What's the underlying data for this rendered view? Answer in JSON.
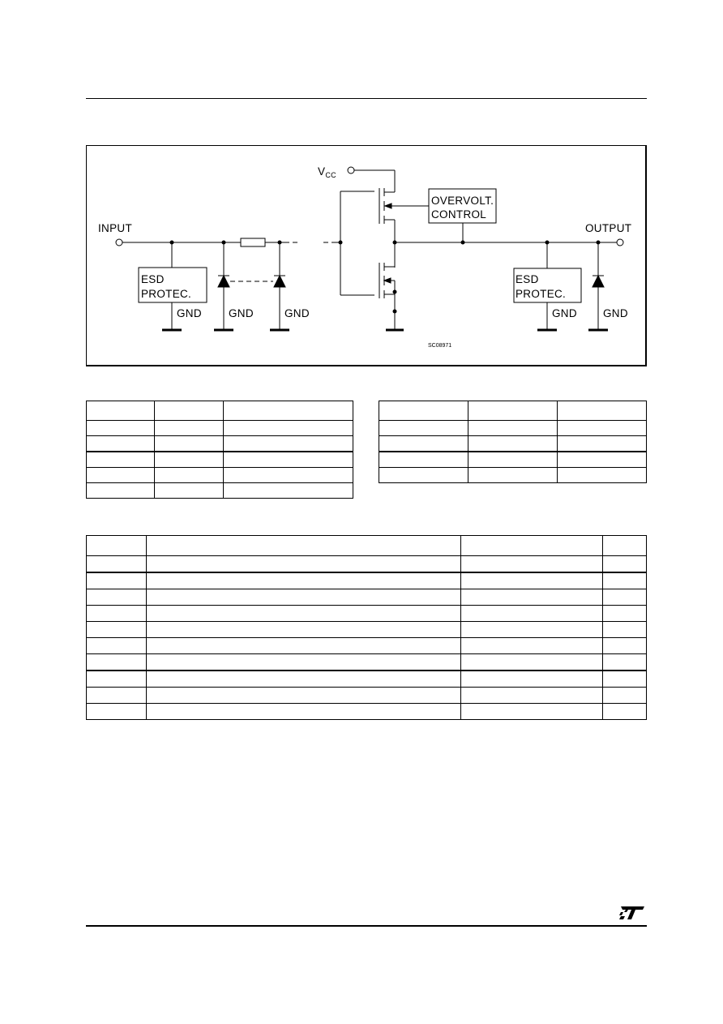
{
  "schematic": {
    "input_label": "INPUT",
    "output_label": "OUTPUT",
    "vcc_label": "V",
    "vcc_subscript": "CC",
    "overvolt_line1": "OVERVOLT.",
    "overvolt_line2": "CONTROL",
    "esd_line1": "ESD",
    "esd_line2": "PROTEC.",
    "gnd_label": "GND",
    "drawing_code": "SC08971"
  },
  "tables": {
    "left_rows": 6,
    "right_rows": 5,
    "bottom_rows": 11
  },
  "colors": {
    "ink": "#000000",
    "paper": "#ffffff"
  },
  "footer": {
    "logo_icon": "st-logo-icon"
  }
}
